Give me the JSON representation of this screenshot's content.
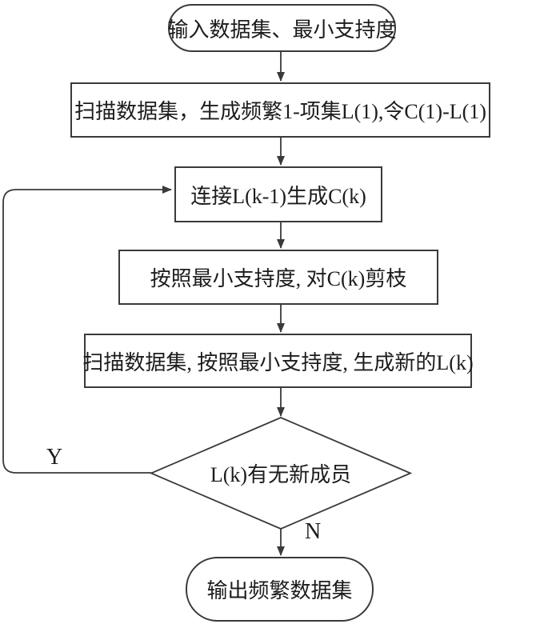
{
  "diagram": {
    "type": "flowchart",
    "nodes": {
      "start": {
        "shape": "terminator",
        "label": "输入数据集、最小支持度"
      },
      "scan_initial": {
        "shape": "process",
        "label": "扫描数据集，生成频繁1-项集L(1),令C(1)-L(1)"
      },
      "join": {
        "shape": "process",
        "label": "连接L(k-1)生成C(k)"
      },
      "prune": {
        "shape": "process",
        "label": "按照最小支持度, 对C(k)剪枝"
      },
      "scan_new": {
        "shape": "process",
        "label": "扫描数据集, 按照最小支持度, 生成新的L(k)"
      },
      "decision": {
        "shape": "decision",
        "label": "L(k)有无新成员"
      },
      "end": {
        "shape": "terminator",
        "label": "输出频繁数据集"
      }
    },
    "edge_labels": {
      "yes": "Y",
      "no": "N"
    },
    "edges": [
      {
        "from": "start",
        "to": "scan_initial"
      },
      {
        "from": "scan_initial",
        "to": "join"
      },
      {
        "from": "join",
        "to": "prune"
      },
      {
        "from": "prune",
        "to": "scan_new"
      },
      {
        "from": "scan_new",
        "to": "decision"
      },
      {
        "from": "decision",
        "to": "join",
        "label": "Y"
      },
      {
        "from": "decision",
        "to": "end",
        "label": "N"
      }
    ],
    "colors": {
      "line": "#3a3a3a",
      "text": "#1c1c1c",
      "background": "#ffffff"
    }
  }
}
